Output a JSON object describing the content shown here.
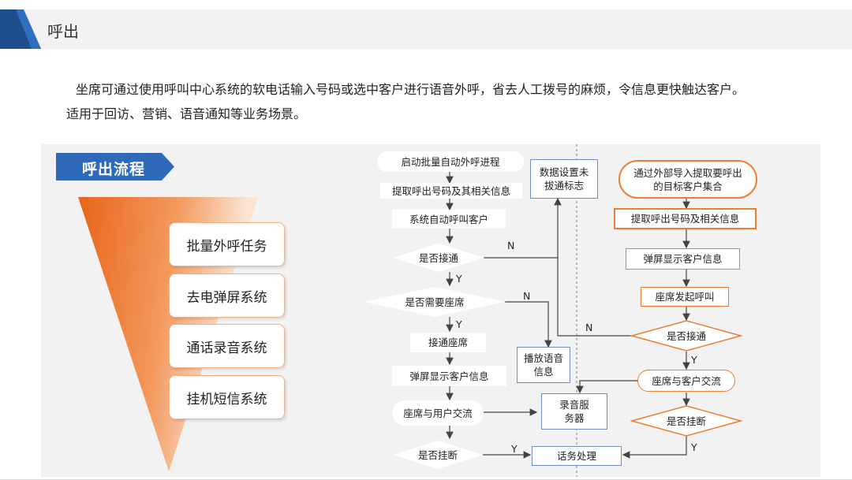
{
  "header": {
    "title": "呼出"
  },
  "intro": {
    "line1": "坐席可通过使用呼叫中心系统的软电话输入号码或选中客户进行语音外呼，省去人工拨号的麻烦，令信息更快触达客户。",
    "line2": "适用于回访、营销、语音通知等业务场景。"
  },
  "section": {
    "title": "呼出流程"
  },
  "stages": [
    "批量外呼任务",
    "去电弹屏系统",
    "通话录音系统",
    "挂机短信系统"
  ],
  "flow_left": {
    "start": "启动批量自动外呼进程",
    "fetch": "提取呼出号码及其相关信息",
    "auto_call": "系统自动呼叫客户",
    "connected_q": "是否接通",
    "need_agent_q": "是否需要座席",
    "connect_agent": "接通座席",
    "popup": "弹屏显示客户信息",
    "talk": "座席与用户交流",
    "hangup_q": "是否挂断"
  },
  "flow_mid": {
    "data_flag": "数据设置未拔通标志",
    "play_voice": "播放语音信息",
    "record_server": "录音服务器",
    "wrapup": "话务处理"
  },
  "flow_right": {
    "target_set": "通过外部导入提取要呼出的目标客户集合",
    "fetch": "提取呼出号码及相关信息",
    "popup": "弹屏显示客户信息",
    "agent_call": "座席发起呼叫",
    "connected_q": "是否接通",
    "talk": "座席与客户交流",
    "hangup_q": "是否挂断"
  },
  "edge_labels": {
    "yes": "Y",
    "no": "N"
  },
  "colors": {
    "accent_blue": "#1f4e8c",
    "accent_orange": "#ed7d31",
    "ribbon_blue": "#2f6ab8",
    "node_border_blue": "#6f8fc4"
  }
}
